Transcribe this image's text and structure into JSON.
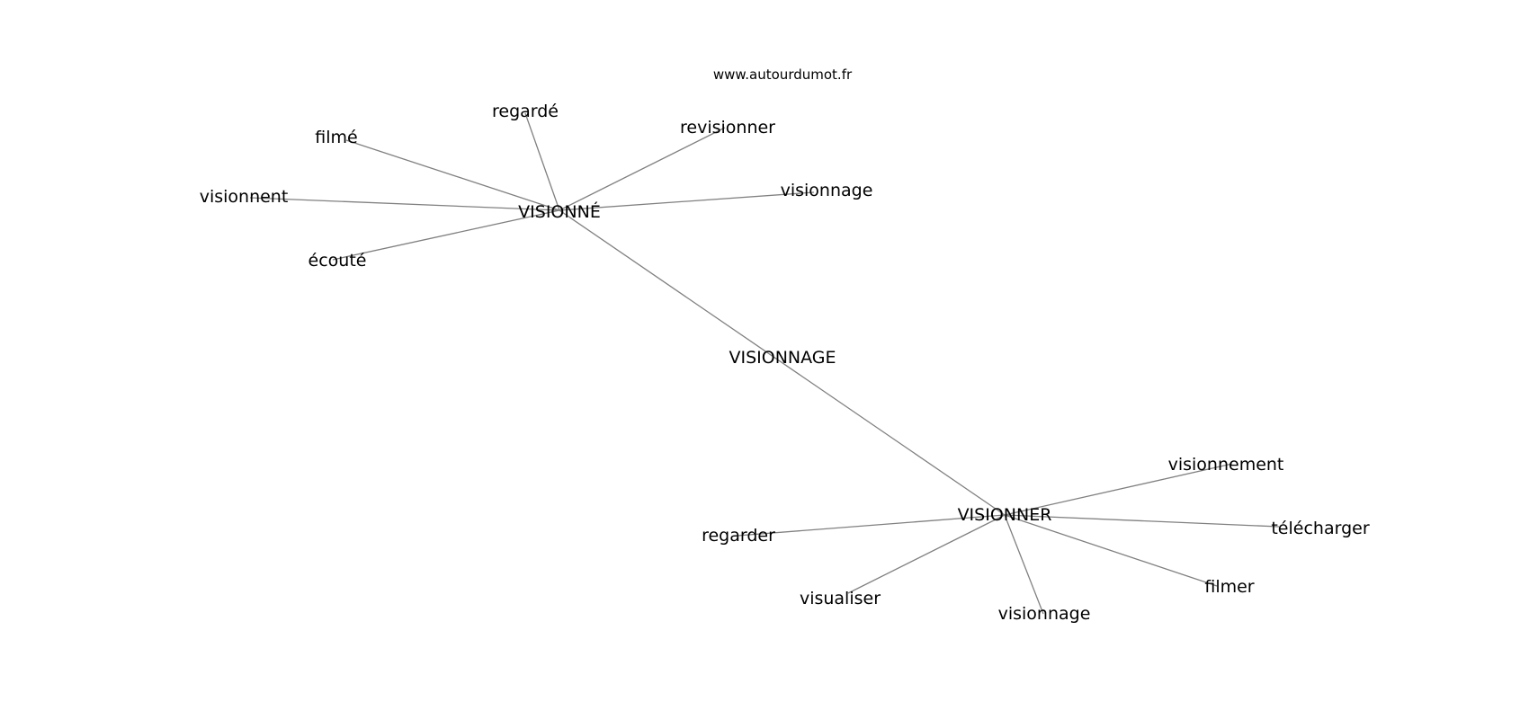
{
  "watermark": "www.autourdumot.fr",
  "graph": {
    "center": "VISIONNAGE",
    "hubs": [
      {
        "id": "visionne",
        "label": "VISIONNÉ",
        "neighbors": [
          "regardé",
          "filmé",
          "revisionner",
          "visionnent",
          "visionnage",
          "écouté"
        ]
      },
      {
        "id": "visionner",
        "label": "VISIONNER",
        "neighbors": [
          "visionnement",
          "télécharger",
          "regarder",
          "filmer",
          "visualiser",
          "visionnage"
        ]
      }
    ],
    "edges": [
      [
        "VISIONNÉ",
        "VISIONNER"
      ],
      [
        "VISIONNÉ",
        "regardé"
      ],
      [
        "VISIONNÉ",
        "filmé"
      ],
      [
        "VISIONNÉ",
        "revisionner"
      ],
      [
        "VISIONNÉ",
        "visionnent"
      ],
      [
        "VISIONNÉ",
        "visionnage"
      ],
      [
        "VISIONNÉ",
        "écouté"
      ],
      [
        "VISIONNER",
        "visionnement"
      ],
      [
        "VISIONNER",
        "télécharger"
      ],
      [
        "VISIONNER",
        "regarder"
      ],
      [
        "VISIONNER",
        "filmer"
      ],
      [
        "VISIONNER",
        "visualiser"
      ],
      [
        "VISIONNER",
        "visionnage"
      ]
    ]
  }
}
